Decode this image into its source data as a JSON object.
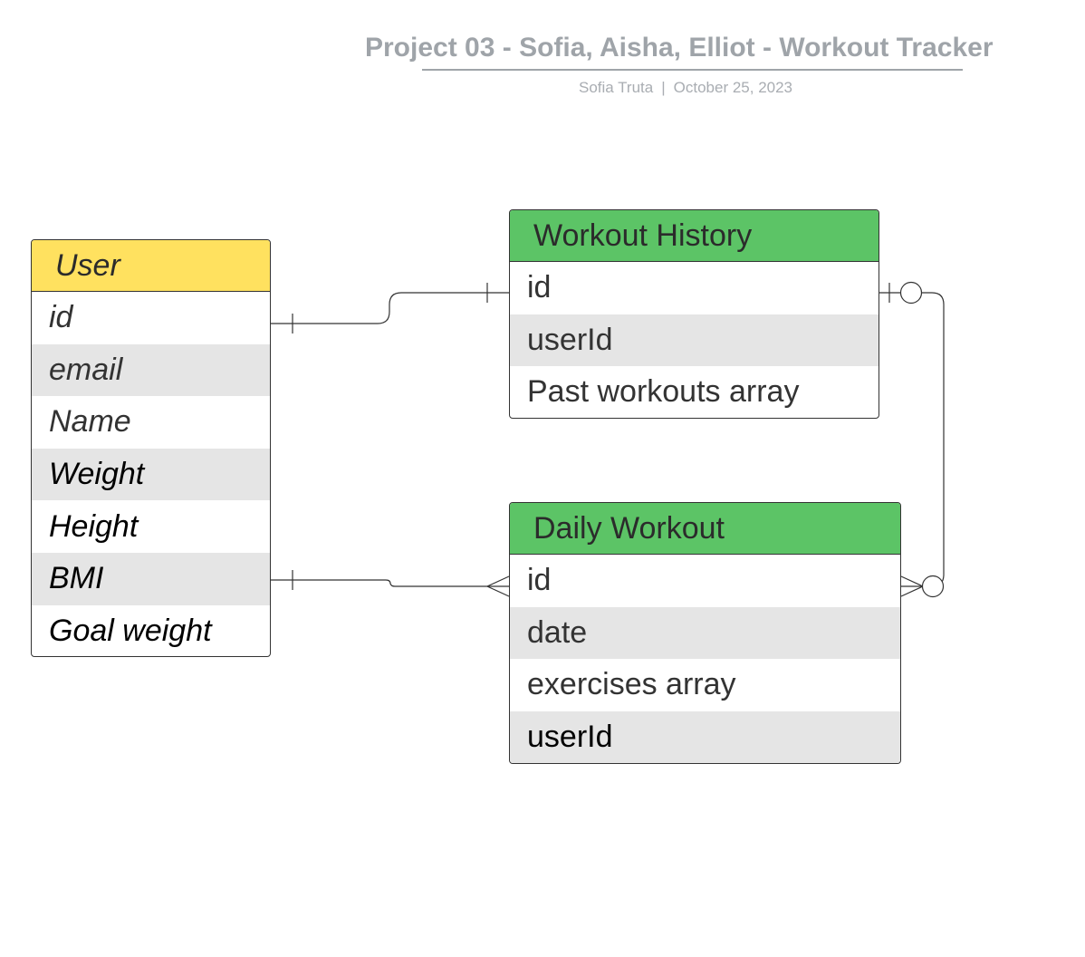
{
  "document": {
    "title": "Project 03 - Sofia, Aisha, Elliot - Workout Tracker",
    "author": "Sofia Truta",
    "separator": "|",
    "date": "October 25, 2023"
  },
  "entities": {
    "user": {
      "title": "User",
      "header_color": "#ffe15f",
      "fields": [
        "id",
        "email",
        "Name",
        "Weight",
        "Height",
        "BMI",
        "Goal weight"
      ]
    },
    "workout_history": {
      "title": "Workout History",
      "header_color": "#5cc466",
      "fields": [
        "id",
        "userId",
        "Past workouts array"
      ]
    },
    "daily_workout": {
      "title": "Daily Workout",
      "header_color": "#5cc466",
      "fields": [
        "id",
        "date",
        "exercises array",
        "userId"
      ]
    }
  },
  "relationships": [
    {
      "from": "User.id",
      "to": "Workout History.id",
      "from_cardinality": "one",
      "to_cardinality": "one"
    },
    {
      "from": "User.BMI",
      "to": "Daily Workout.id",
      "from_cardinality": "one",
      "to_cardinality": "many"
    },
    {
      "from": "Workout History.id",
      "to": "Daily Workout.id",
      "from_cardinality": "zero-or-one",
      "to_cardinality": "zero-or-many"
    }
  ]
}
